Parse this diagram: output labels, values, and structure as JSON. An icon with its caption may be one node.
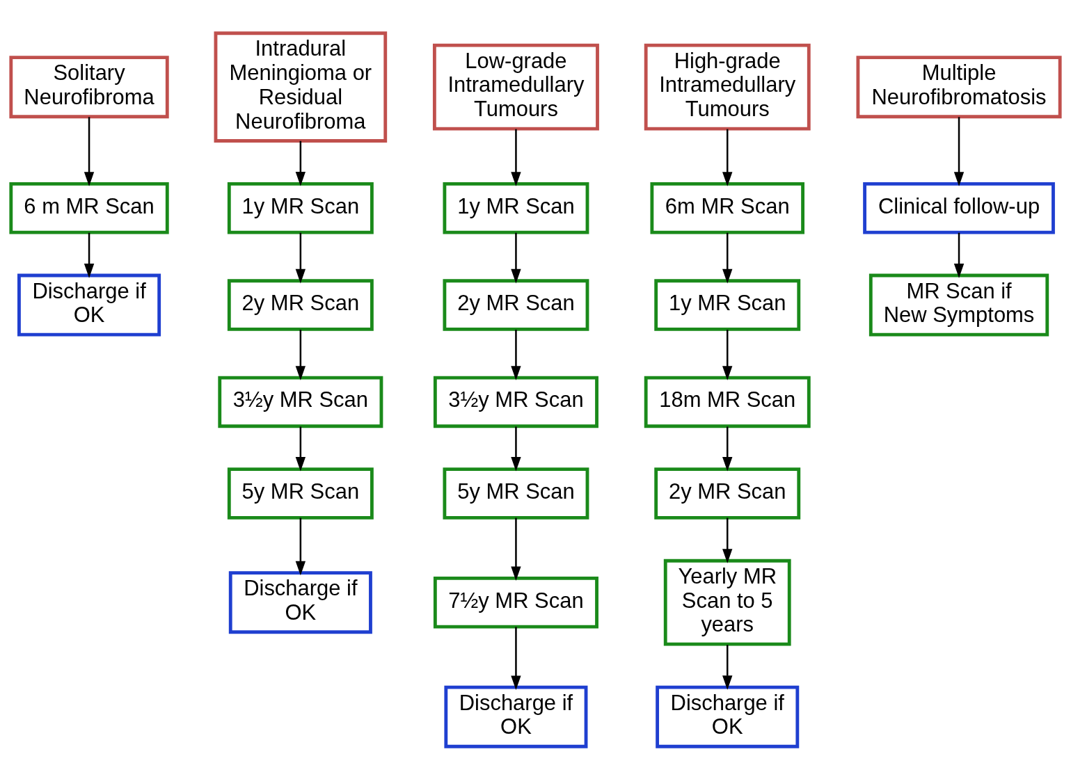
{
  "diagram": {
    "nodes": [
      {
        "text": [
          "Solitary Neurofibroma"
        ]
      },
      {
        "text": [
          "6 m MR Scan"
        ]
      },
      {
        "text": [
          "Discharge if OK"
        ]
      },
      {
        "text": [
          "Intradural Meningioma or Residual Neurofibroma"
        ]
      },
      {
        "text": [
          "1y MR Scan"
        ]
      },
      {
        "text": [
          "2y MR Scan"
        ]
      },
      {
        "text": [
          "3½y MR Scan"
        ]
      },
      {
        "text": [
          "5y MR Scan"
        ]
      },
      {
        "text": [
          "Discharge if OK"
        ]
      },
      {
        "text": [
          "Low-grade Intramedullary Tumours"
        ]
      },
      {
        "text": [
          "1y MR Scan"
        ]
      },
      {
        "text": [
          "2y MR Scan"
        ]
      },
      {
        "text": [
          "3½y MR Scan"
        ]
      },
      {
        "text": [
          "5y MR Scan"
        ]
      },
      {
        "text": [
          "7½y MR Scan"
        ]
      },
      {
        "text": [
          "Discharge if OK"
        ]
      },
      {
        "text": [
          "High-grade Intramedullary Tumours"
        ]
      },
      {
        "text": [
          "6m MR Scan"
        ]
      },
      {
        "text": [
          "1y MR Scan"
        ]
      },
      {
        "text": [
          "18m MR Scan"
        ]
      },
      {
        "text": [
          "2y MR Scan"
        ]
      },
      {
        "text": [
          "Yearly MR Scan to 5 years"
        ]
      },
      {
        "text": [
          "Discharge if OK"
        ]
      },
      {
        "text": [
          "Multiple Neurofibromatosis"
        ]
      },
      {
        "text": [
          "Clinical follow-up"
        ]
      },
      {
        "text": [
          "MR Scan if New Symptoms"
        ]
      }
    ],
    "edges": [
      {
        "from": 0,
        "to": 1,
        "arrow": "to"
      },
      {
        "from": 1,
        "to": 2,
        "arrow": "to"
      },
      {
        "from": 3,
        "to": 4,
        "arrow": "to"
      },
      {
        "from": 4,
        "to": 5,
        "arrow": "to"
      },
      {
        "from": 5,
        "to": 6,
        "arrow": "to"
      },
      {
        "from": 6,
        "to": 7,
        "arrow": "to"
      },
      {
        "from": 7,
        "to": 8,
        "arrow": "to"
      },
      {
        "from": 9,
        "to": 10,
        "arrow": "to"
      },
      {
        "from": 10,
        "to": 11,
        "arrow": "to"
      },
      {
        "from": 11,
        "to": 12,
        "arrow": "to"
      },
      {
        "from": 12,
        "to": 13,
        "arrow": "to"
      },
      {
        "from": 13,
        "to": 14,
        "arrow": "to"
      },
      {
        "from": 14,
        "to": 15,
        "arrow": "to"
      },
      {
        "from": 16,
        "to": 17,
        "arrow": "to"
      },
      {
        "from": 17,
        "to": 18,
        "arrow": "to"
      },
      {
        "from": 18,
        "to": 19,
        "arrow": "to"
      },
      {
        "from": 19,
        "to": 20,
        "arrow": "to"
      },
      {
        "from": 20,
        "to": 21,
        "arrow": "to"
      },
      {
        "from": 21,
        "to": 22,
        "arrow": "to"
      },
      {
        "from": 23,
        "to": 24,
        "arrow": "to"
      },
      {
        "from": 24,
        "to": 25,
        "arrow": "to"
      }
    ]
  }
}
